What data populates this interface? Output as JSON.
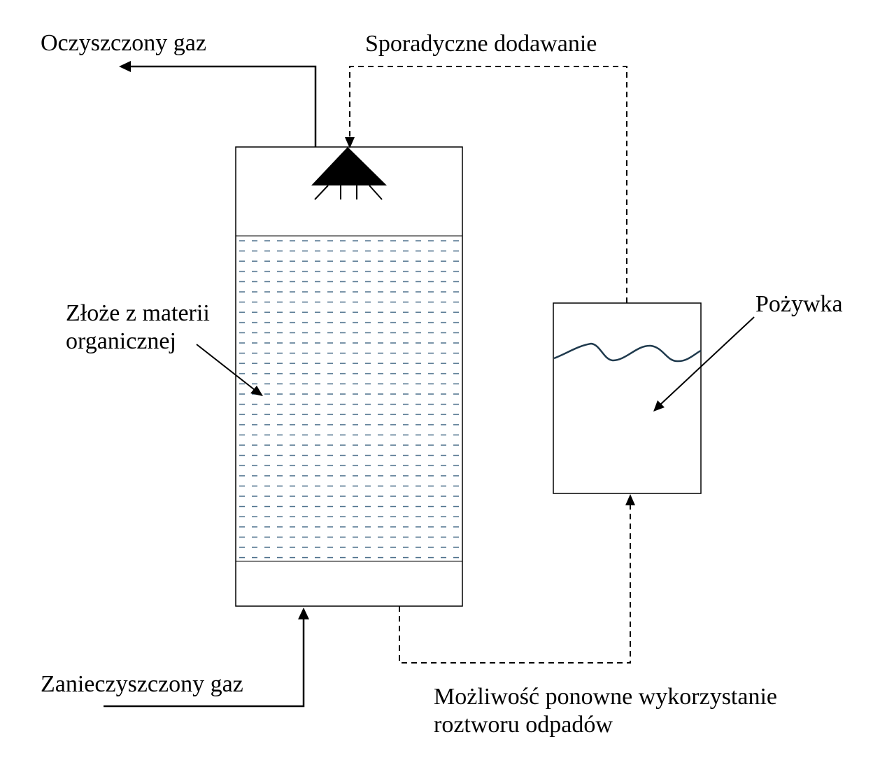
{
  "labels": {
    "clean_gas": "Oczyszczony gaz",
    "sporadic_addition": "Sporadyczne dodawanie",
    "bed_line1": "Złoże z materii",
    "bed_line2": "organicznej",
    "nutrient": "Pożywka",
    "dirty_gas": "Zanieczyszczony gaz",
    "reuse_line1": "Możliwość ponowne wykorzystanie",
    "reuse_line2": "roztworu odpadów"
  },
  "colors": {
    "line": "#000000",
    "packing_dash": "#4a6e8a",
    "liquid_surface": "#1f3a4d",
    "background": "#ffffff"
  }
}
